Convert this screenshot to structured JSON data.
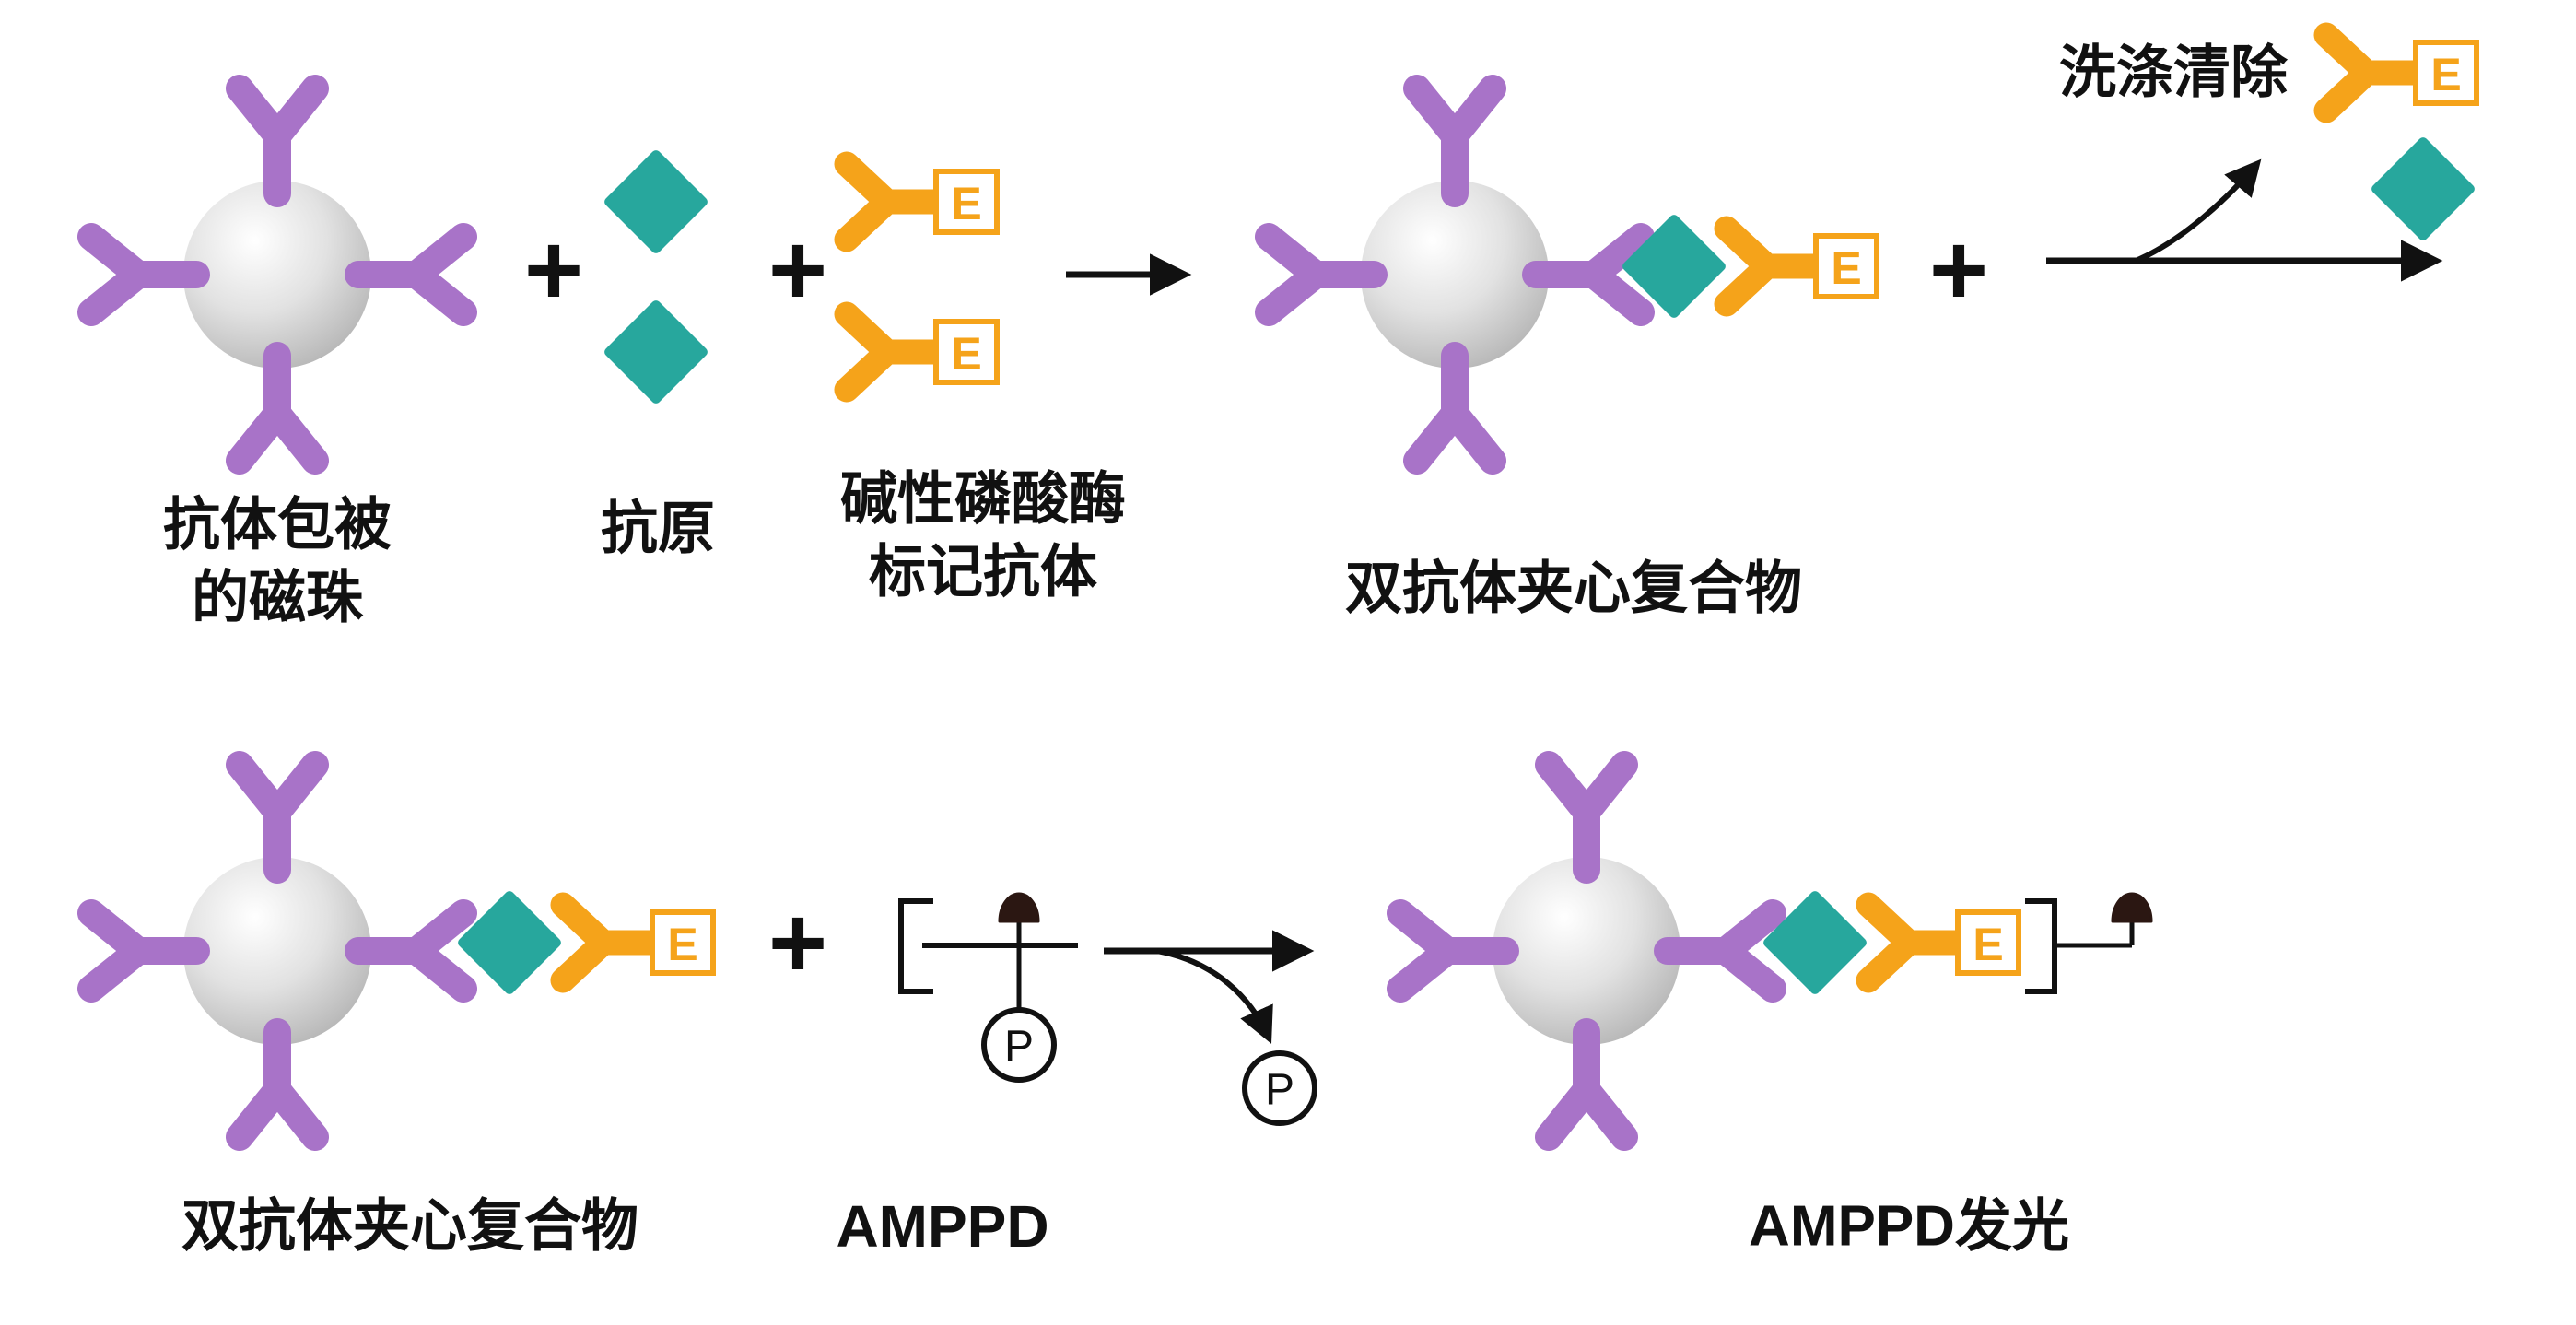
{
  "diagram": {
    "description": "Chemiluminescence sandwich immunoassay workflow with AMPPD substrate",
    "colors": {
      "antibody_purple": "#a873c8",
      "antigen_teal": "#27a79d",
      "enzyme_orange": "#f5a31a",
      "ink_black": "#111111",
      "adamantane_dark": "#2b1712",
      "bead_gray": "#bcbcbc"
    },
    "labels": {
      "coated_bead_line1": "抗体包被",
      "coated_bead_line2": "的磁珠",
      "antigen": "抗原",
      "enzyme_antibody_line1": "碱性磷酸酶",
      "enzyme_antibody_line2": "标记抗体",
      "sandwich_complex_top": "双抗体夹心复合物",
      "wash_away": "洗涤清除",
      "sandwich_complex_bottom": "双抗体夹心复合物",
      "amppd": "AMPPD",
      "amppd_glow": "AMPPD发光"
    },
    "symbols": {
      "plus": "+",
      "enzyme": "E",
      "phosphate": "P"
    }
  }
}
